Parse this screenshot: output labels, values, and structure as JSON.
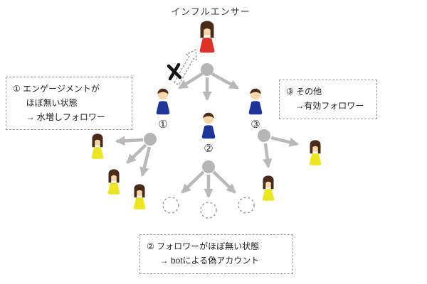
{
  "title": "インフルエンサー",
  "nodes": {
    "follower1_label": "①",
    "follower2_label": "②",
    "follower3_label": "③"
  },
  "annotations": {
    "box1": {
      "lines": [
        "① エンゲージメントが",
        "ほぼ無い状態",
        "→ 水増しフォロワー"
      ]
    },
    "box2": {
      "lines": [
        "② フォロワーがほぼ無い状態",
        "→ botによる偽アカウント"
      ]
    },
    "box3": {
      "lines": [
        "③ その他",
        "→有効フォロワー"
      ]
    }
  },
  "colors": {
    "influencer": "#dd3227",
    "follower": "#1e3499",
    "leaf": "#ece522",
    "hair": "#4a2a18",
    "skin": "#f7d7ab",
    "arrow": "#b9b9b9",
    "hub": "#b5b5b5",
    "dash": "#999999",
    "xmark": "#141414"
  }
}
